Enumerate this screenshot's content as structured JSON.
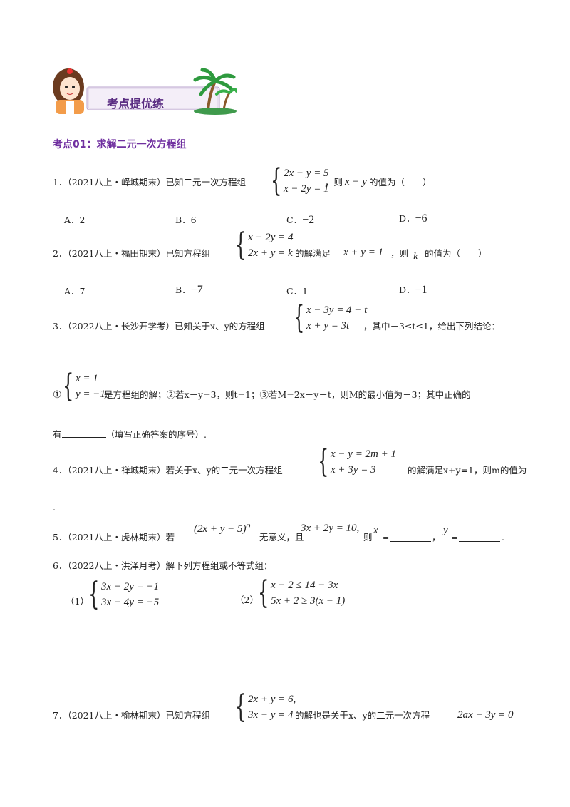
{
  "banner": {
    "title": "考点提优练"
  },
  "section": {
    "heading": "考点01：求解二元一次方程组"
  },
  "q1": {
    "prefix": "1．（2021八上・峄城期末）已知二元一次方程组",
    "eq1": "2x − y = 5",
    "eq2": "x − 2y = 1",
    "mid": "，则",
    "expr": "x − y",
    "suffix": "的值为（　　）",
    "options": [
      {
        "label": "A．2"
      },
      {
        "label": "B．6"
      },
      {
        "label": "C．",
        "math": "−2"
      },
      {
        "label": "D．",
        "math": "−6"
      }
    ]
  },
  "q2": {
    "prefix": "2．（2021八上・福田期末）已知方程组",
    "eq1": "x + 2y = 4",
    "eq2": "2x + y = k",
    "mid": "的解满足",
    "cond": "x + y = 1",
    "mid2": "，则",
    "var": "k",
    "suffix": "的值为（　　）",
    "options": [
      {
        "label": "A．7"
      },
      {
        "label": "B．",
        "math": "−7"
      },
      {
        "label": "C．1"
      },
      {
        "label": "D．",
        "math": "−1"
      }
    ]
  },
  "q3": {
    "prefix": "3．（2022八上・长沙开学考）已知关于x、y的方程组",
    "eq1": "x − 3y = 4 − t",
    "eq2": "x + y = 3t",
    "suffix": "，其中－3≤t≤1，给出下列结论：",
    "circle1": "①",
    "sol1": "x = 1",
    "sol2": "y = −1",
    "line2": "是方程组的解；②若x－y=3，则t=1；③若M=2x－y－t，则M的最小值为－3；其中正确的",
    "line3a": "有",
    "line3b": "（填写正确答案的序号）."
  },
  "q4": {
    "prefix": "4．（2021八上・禅城期末）若关于x、y的二元一次方程组",
    "eq1": "x − y = 2m + 1",
    "eq2": "x + 3y = 3",
    "suffix": "的解满足x+y=1，则m的值为",
    "tail": "."
  },
  "q5": {
    "prefix": "5．（2021八上・虎林期末）若",
    "expr": "(2x + y − 5)⁰",
    "mid": "无意义，且",
    "cond": "3x + 2y = 10,",
    "mid2": "则",
    "x": "x",
    "eq": "=",
    "comma": "，",
    "y": "y",
    "eq2": "=",
    "end": "."
  },
  "q6": {
    "prefix": "6．（2022八上・洪泽月考）解下列方程组或不等式组：",
    "p1": "（1）",
    "p1eq1": "3x − 2y = −1",
    "p1eq2": "3x − 4y = −5",
    "p2": "（2）",
    "p2eq1": "x − 2 ≤ 14 − 3x",
    "p2eq2": "5x + 2 ≥ 3(x − 1)"
  },
  "q7": {
    "prefix": "7．（2021八上・榆林期末）已知方程组",
    "eq1": "2x + y = 6,",
    "eq2": "3x − y = 4",
    "suffix": "的解也是关于x、y的二元一次方程",
    "eq": "2ax − 3y = 0"
  }
}
